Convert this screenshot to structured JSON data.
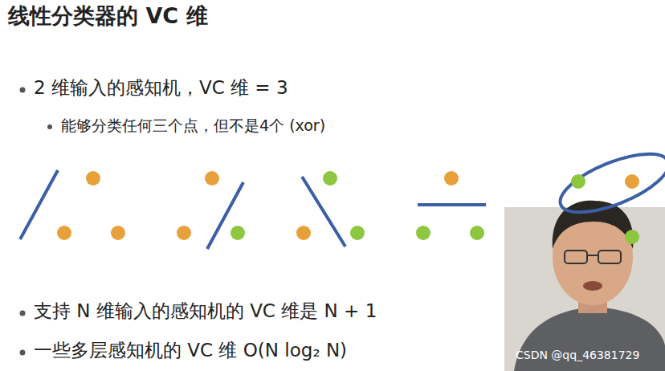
{
  "diagram": {
    "title": "线性分类器的 VC 维",
    "labels": [
      "2 维输入的感知机，VC 维 = 3",
      "能够分类任何三个点，但不是4个 (xor)",
      "支持 N 维输入的感知机的 VC 维是 N + 1",
      "一些多层感知机的 VC 维 O(N log₂ N)",
      "CSDN @qq_46381729"
    ]
  }
}
